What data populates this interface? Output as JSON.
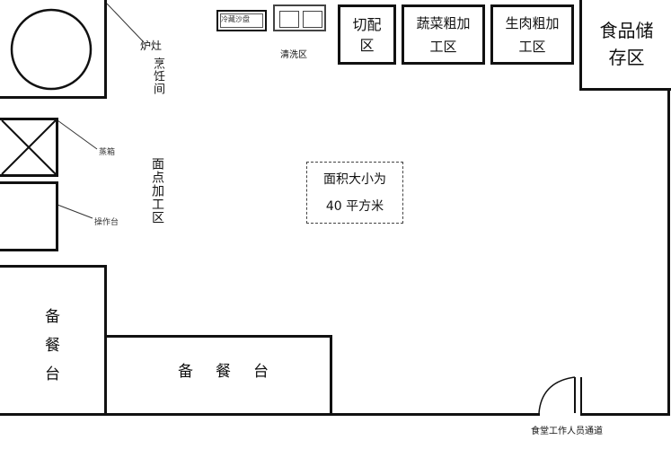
{
  "labels": {
    "stove": "炉灶",
    "cooking_room": "烹饪间",
    "steamer": "蒸箱",
    "worktable": "操作台",
    "pastry_area": "面点加工区",
    "sink_basin": "冷藏沙盘",
    "wash_area": "清洗区",
    "cutting_area_line1": "切配",
    "cutting_area_line2": "区",
    "veg_area_line1": "蔬菜粗加",
    "veg_area_line2": "工区",
    "meat_area_line1": "生肉粗加",
    "meat_area_line2": "工区",
    "storage_line1": "食品储",
    "storage_line2": "存区",
    "area_note_line1": "面积大小为",
    "area_note_line2": "40 平方米",
    "serving_left_1": "备",
    "serving_left_2": "餐",
    "serving_left_3": "台",
    "serving_bottom": "备　餐　台",
    "staff_passage": "食堂工作人员通道"
  }
}
